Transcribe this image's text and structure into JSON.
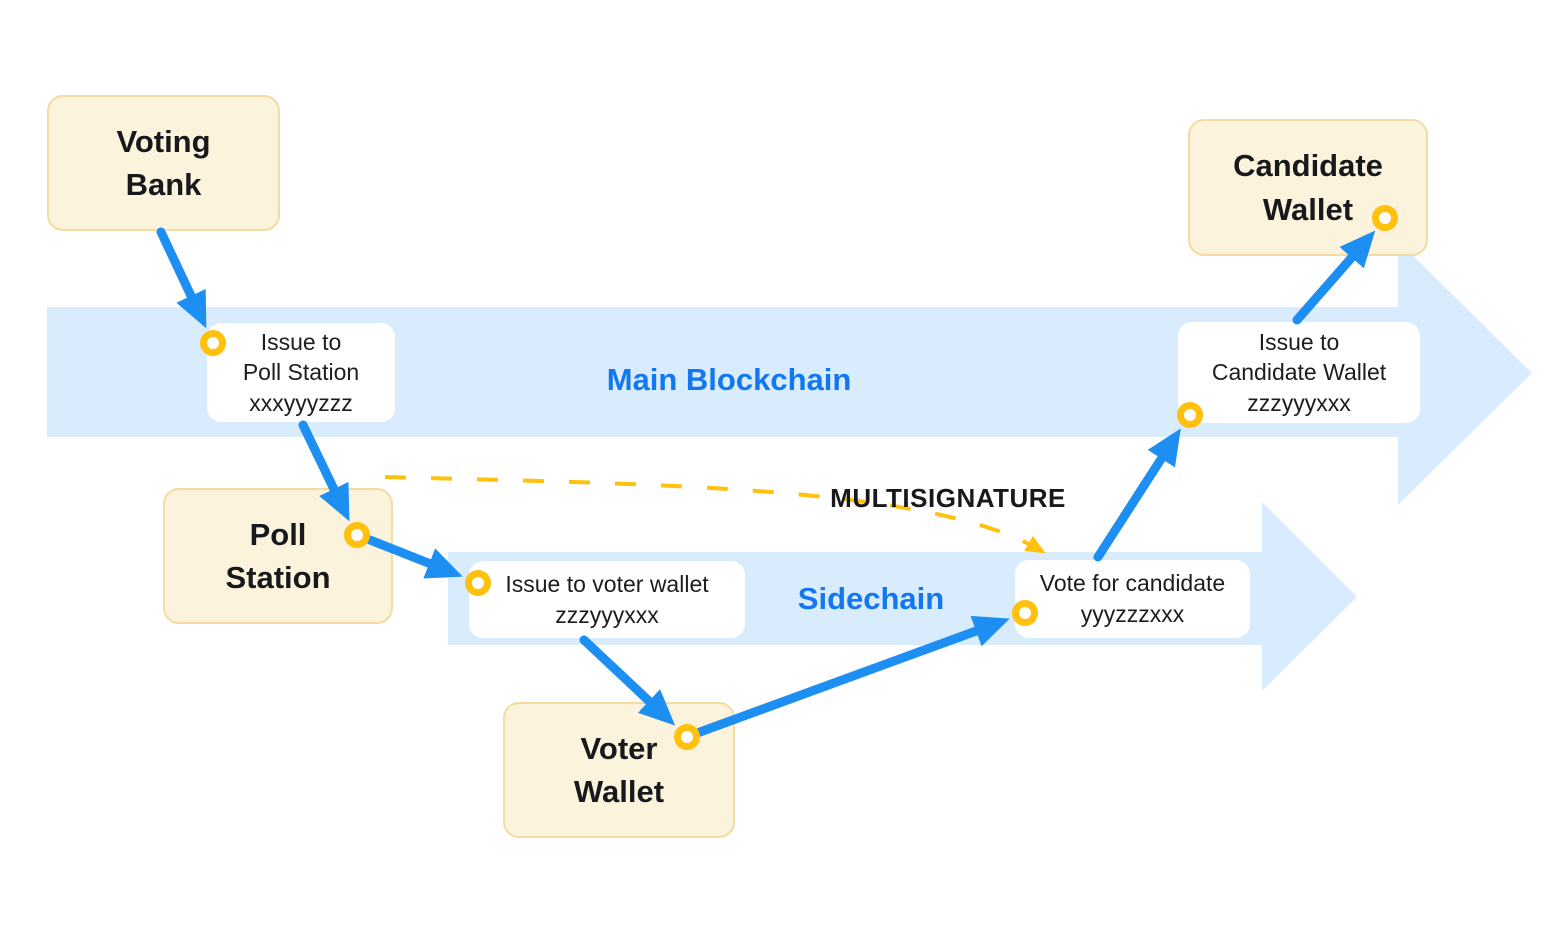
{
  "colors": {
    "band_blue": "#D8ECFD",
    "chain_label_blue": "#1277F1",
    "arrow_blue": "#1E8FF2",
    "token_yellow": "#FFC10D",
    "entity_fill": "#FCF3DC",
    "entity_border": "#F2DCA2",
    "text_dark": "#17191C"
  },
  "chains": {
    "main": {
      "label": "Main Blockchain"
    },
    "side": {
      "label": "Sidechain"
    }
  },
  "entities": {
    "voting_bank": {
      "label": "Voting\nBank"
    },
    "poll_station": {
      "label": "Poll\nStation"
    },
    "voter_wallet": {
      "label": "Voter\nWallet"
    },
    "candidate_wallet": {
      "label": "Candidate\nWallet"
    }
  },
  "transactions": {
    "issue_poll_station": {
      "label": "Issue to\nPoll Station\nxxxyyyzzz"
    },
    "issue_voter_wallet": {
      "label": "Issue to voter wallet\nzzzyyyxxx"
    },
    "vote_for_candidate": {
      "label": "Vote for candidate\nyyyzzzxxx"
    },
    "issue_candidate_wallet": {
      "label": "Issue to\nCandidate Wallet\nzzzyyyxxx"
    }
  },
  "annotations": {
    "multisignature": "MULTISIGNATURE"
  },
  "icons": {
    "token_node": "yellow-ring-icon",
    "flow_arrow": "blue-arrow-icon",
    "multisig_link": "yellow-dashed-arrow-icon"
  }
}
